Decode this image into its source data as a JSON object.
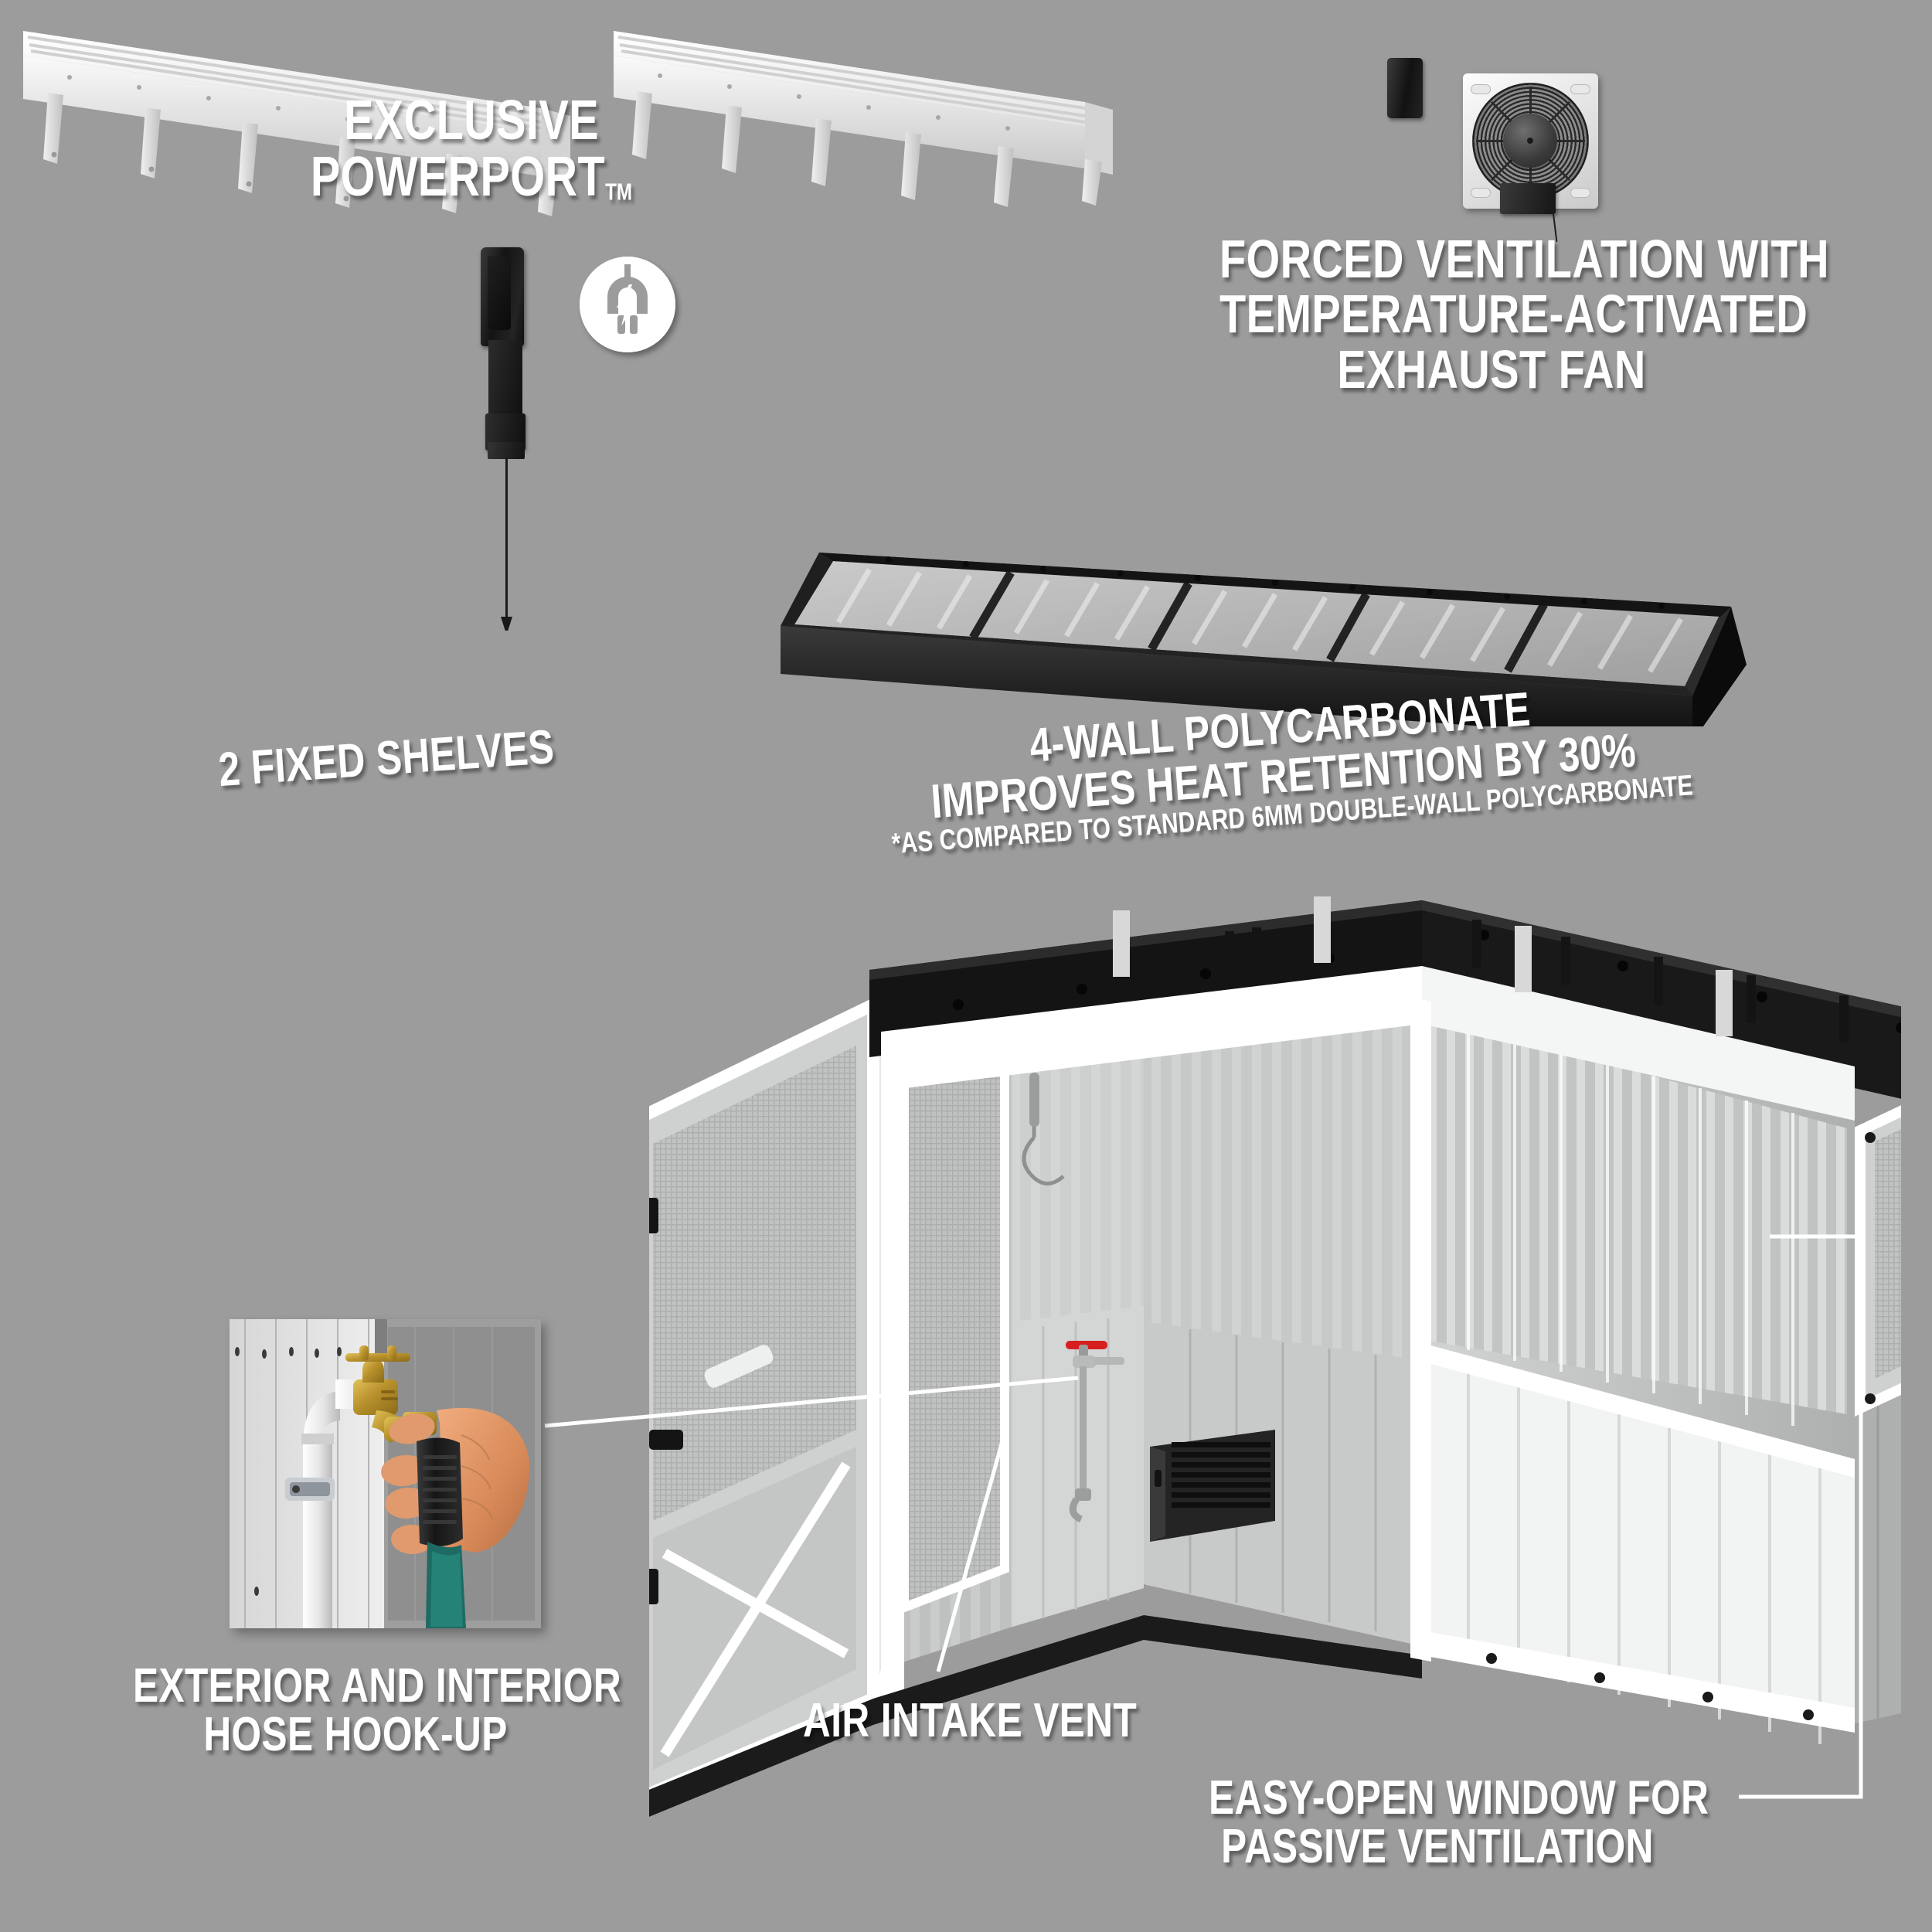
{
  "background_color": "#9c9c9c",
  "text_color": "#ffffff",
  "callouts": {
    "powerport": {
      "line1": "EXCLUSIVE",
      "line2": "POWERPORT",
      "trademark": "TM"
    },
    "fan": {
      "line1": "FORCED VENTILATION WITH",
      "line2": "TEMPERATURE-ACTIVATED",
      "line3": "EXHAUST FAN"
    },
    "polycarbonate": {
      "line1": "4-WALL POLYCARBONATE",
      "line2": "IMPROVES HEAT RETENTION BY 30%",
      "footnote": "*AS COMPARED TO STANDARD 6MM DOUBLE-WALL POLYCARBONATE"
    },
    "shelves": {
      "line1": "2 FIXED SHELVES"
    },
    "hose": {
      "line1": "EXTERIOR AND INTERIOR",
      "line2": "HOSE HOOK-UP"
    },
    "air_intake": {
      "line1": "AIR INTAKE VENT"
    },
    "window": {
      "line1": "EASY-OPEN WINDOW FOR",
      "line2": "PASSIVE VENTILATION"
    }
  },
  "icons": {
    "power_badge": "power-plug-bolt-icon",
    "power_port_module": "powerport-module",
    "exhaust_fan": "exhaust-fan",
    "small_control_box": "thermostat-control-box",
    "roof_panel": "polycarbonate-roof-panel",
    "shelf": "fixed-shelf",
    "hose_photo": "hose-spigot-photo",
    "greenhouse": "greenhouse-shed-assembly",
    "air_vent": "louvered-air-intake-vent",
    "interior_spigot": "interior-hose-spigot",
    "window_panel": "easy-open-window-panel"
  },
  "colors": {
    "frame_dark": "#1d1d1d",
    "panel_white": "#f4f4f4",
    "panel_translucent": "#cfd0d0",
    "accent_red": "#d61f1f",
    "brass": "#b8912c",
    "hose_teal": "#1d6b63"
  }
}
